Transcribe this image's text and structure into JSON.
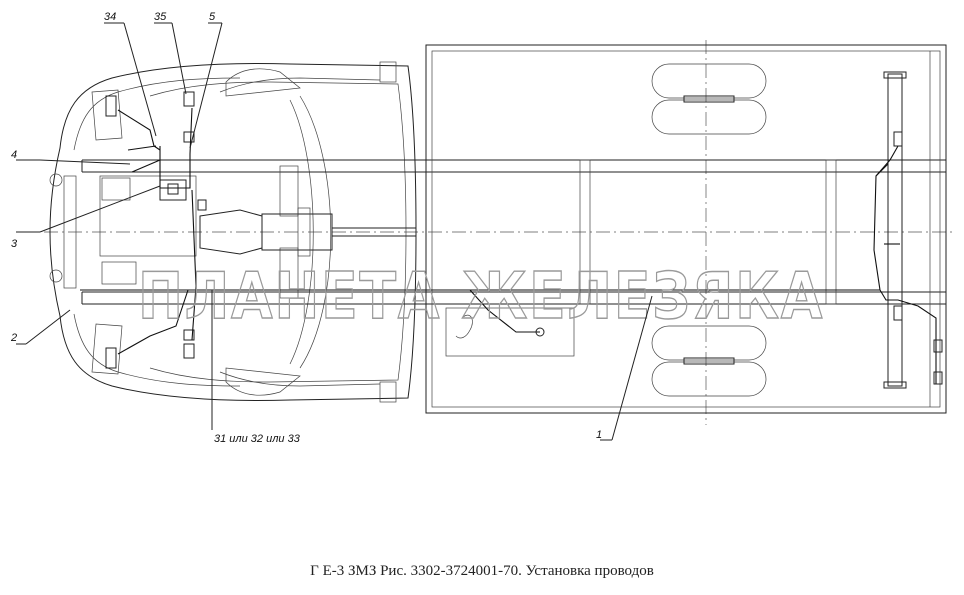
{
  "diagram": {
    "watermark": "ПЛАНЕТА ЖЕЛЕЗЯКА",
    "caption": "Г Е-3 ЗМЗ Рис. 3302-3724001-70. Установка проводов",
    "callouts": {
      "c34": "34",
      "c35": "35",
      "c5": "5",
      "c4": "4",
      "c3": "3",
      "c2": "2",
      "c31": "31 или 32 или 33",
      "c1": "1"
    }
  }
}
